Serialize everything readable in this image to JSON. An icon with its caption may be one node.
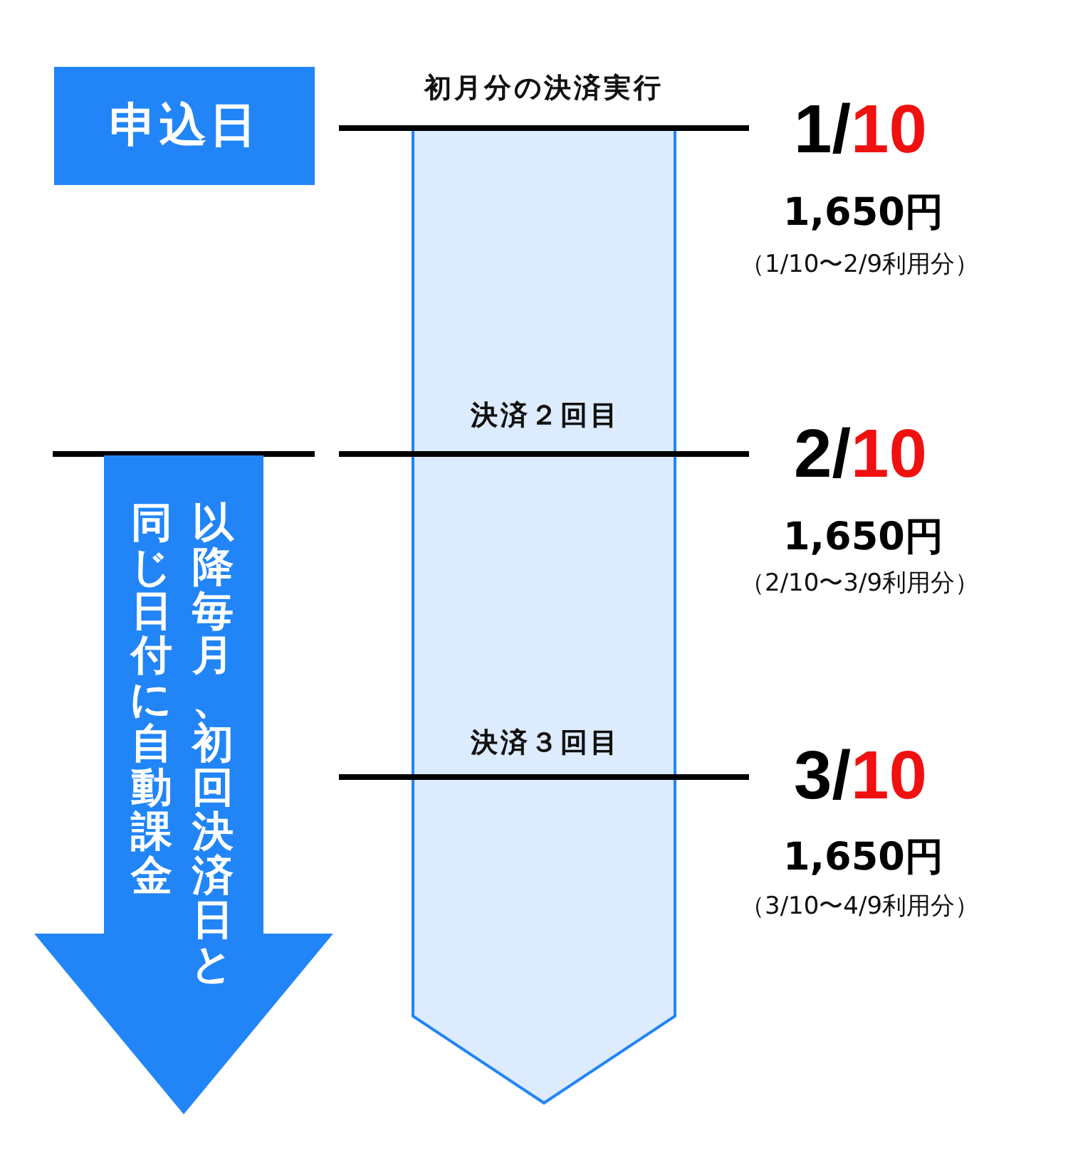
{
  "diagram": {
    "nodes": [
      {
        "text": [
          "申込日"
        ]
      },
      {
        "text": [
          "以降毎月、初回決済日と同じ日付に自動課金"
        ]
      }
    ],
    "labels": [
      "初月分の決済実行",
      "1/*10*",
      "1,650円",
      "（1/10〜2/9利用分）",
      "決済２回目",
      "2/*10*",
      "1,650円",
      "（2/10〜3/9利用分）",
      "決済３回目",
      "3/*10*",
      "1,650円",
      "（3/10〜4/9利用分）"
    ]
  }
}
